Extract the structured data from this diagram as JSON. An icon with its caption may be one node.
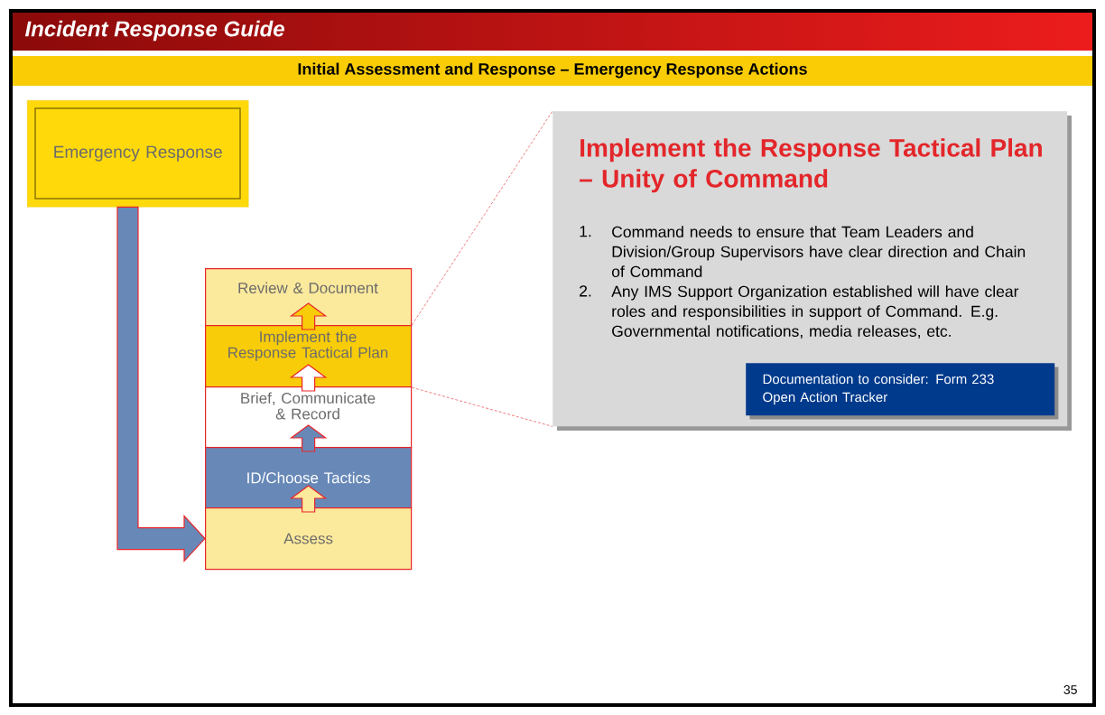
{
  "diagram": {
    "title": "Incident Response Guide",
    "nodes": [
      {
        "text": [
          "Emergency Response"
        ]
      },
      {
        "text": [
          "Review & Document"
        ]
      },
      {
        "text": [
          "Implement the Response Tactical Plan"
        ]
      },
      {
        "text": [
          "Brief, Communicate & Record"
        ]
      },
      {
        "text": [
          "ID/Choose Tactics"
        ]
      },
      {
        "text": [
          "Assess"
        ]
      },
      {
        "text": [
          "Implement the Response Tactical Plan – Unity of Command",
          "1.",
          "Command needs to ensure that Team Leaders and Division/Group Supervisors have clear direction and Chain of Command",
          "2.",
          "Any IMS Support Organization established will have clear roles and responsibilities in support of Command. E.g. Governmental notifications, media releases, etc."
        ]
      },
      {
        "text": [
          "Documentation to consider: Form 233 Open Action Tracker"
        ],
        "in": 6
      }
    ],
    "edges": [
      {
        "from": 0,
        "to": 5,
        "arrow": "to"
      },
      {
        "from": 5,
        "to": 4,
        "arrow": "to"
      },
      {
        "from": 4,
        "to": 3,
        "arrow": "to"
      },
      {
        "from": 3,
        "to": 2,
        "arrow": "to"
      },
      {
        "from": 2,
        "to": 1,
        "arrow": "to"
      },
      {
        "from": 2,
        "to": 6,
        "arrow": "none",
        "style": "dashed",
        "color": "#e3262a"
      },
      {
        "from": 2,
        "to": 6,
        "arrow": "none",
        "style": "dashed",
        "color": "#e3262a"
      }
    ],
    "labels": [
      "Initial Assessment and Response – Emergency Response Actions",
      "35"
    ]
  }
}
